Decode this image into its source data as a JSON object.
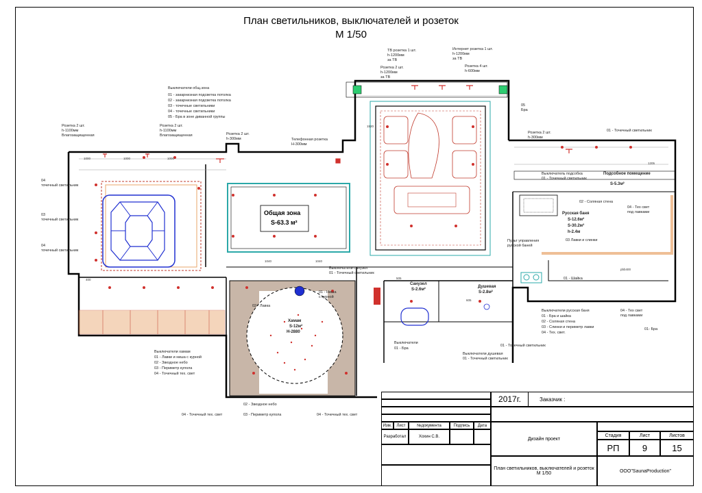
{
  "title": {
    "line1": "План светильников, выключателей и розеток",
    "line2": "М 1/50"
  },
  "rooms": {
    "common": {
      "name": "Общая зона",
      "area": "S-63.3 м²"
    },
    "hammam": {
      "name": "Хамам",
      "area": "S-12м²",
      "height": "H-2880"
    },
    "banya": {
      "name": "Русская баня",
      "area1": "S-12.6м²",
      "area2": "S-30.2м³",
      "height": "h-2.4м"
    },
    "utility": {
      "name": "Подсобное помещение",
      "area": "S-5.3м²"
    },
    "wc": {
      "name": "Санузел",
      "area": "S-2.6м²"
    },
    "shower": {
      "name": "Душевая",
      "area": "S-2.8м²"
    }
  },
  "notes": {
    "switches_common_title": "Выключатели общ.зона",
    "switches_common": [
      "01 - закарнизная подсветка потолка",
      "02 - закарнизная подсветка потолка",
      "03 - точечные светильники",
      "04 - точечные светильники",
      "05 - Бра в зоне диванной группы"
    ],
    "tv_socket": "ТВ розетка 1 шт.",
    "tv_socket_h": "h-1200мм",
    "tv_socket_for": "за ТВ",
    "internet_socket": "Интернет розетка 1 шт.",
    "internet_h": "h-1200мм",
    "internet_for": "за ТВ",
    "socket2_tv": "Розетка 2 шт.",
    "socket2_tv_h": "h-1200мм",
    "socket2_tv_for": "за ТВ",
    "socket4": "Розетка 4 шт.",
    "socket4_h": "h-600мм",
    "socket_left1": "Розетка 2 шт.",
    "socket_left1_h": "h-1100мм",
    "socket_left1_type": "Влагозащищенная",
    "socket_left2": "Розетка 2 шт.",
    "socket_left2_h": "h-1100мм",
    "socket_left2_type": "Влагозащищенная",
    "socket_left3": "Розетка 2 шт.",
    "socket_left3_h": "h-300мм",
    "phone_socket": "Телефонная розетка",
    "phone_h": "H-300мм",
    "socket_right": "Розетка 2 шт.",
    "socket_right_h": "h-300мм",
    "right_spot": "01 - Точечный светильник",
    "switch_utility_title": "Выключатель подсобка",
    "switch_utility": "01 - Точечный светильник",
    "salt_wall": "02 - Соляная стена",
    "tech_light1": "04 - Тех свет",
    "tech_light1b": "под лавками",
    "benches": "03 Лавки и слинки",
    "control_banya": "Пульт управления",
    "control_banya2": "русской баней",
    "ladle": "01 - Шайка",
    "switches_wc_title": "Выключатели санузел",
    "switches_wc": "01 - Точечный светильник",
    "switches_banya_title": "Выключатели русская баня",
    "switches_banya": [
      "01 - Бра и шайка",
      "02 - Соляная стена",
      "03 - Слинки и периметр лавки",
      "04 - Тех. свет."
    ],
    "tech_light2": "04 - Тех свет",
    "tech_light2b": "под лавками",
    "bra_right": "01- Бра",
    "switches_bra_title": "Выключатели",
    "switches_bra": "01 - Бра",
    "spot_shower": "01 - Точечный светильник",
    "switches_shower_title": "Выключатели душевая",
    "switches_shower": "01 - Точечный светильник",
    "switches_hammam_title": "Выключатели хамам",
    "switches_hammam": [
      "01 - Лавки и ниша с курной",
      "02 - Звездное небо",
      "03 - Периметр купола",
      "04 - Точечный тех. свет"
    ],
    "bottom_tech1": "04 - Точечный тех. свет",
    "bottom_star": "02 - Звездное небо",
    "bottom_dome": "03 - Периметр купола",
    "bottom_tech2": "04 - Точечный тех. свет",
    "bench": "02 - Лавка",
    "niche": "01 - Ниша",
    "niche2": "с курной",
    "spot": "точечный светильник",
    "cornice": "закарнизная подсветка потолка",
    "bra": "Бра",
    "pult": "Пульт управления"
  },
  "stamp": {
    "year": "2017г.",
    "customer": "Заказчик :",
    "cols": [
      "Изм.",
      "Лист",
      "№документа",
      "Подпись",
      "Дата"
    ],
    "developed": "Разработал",
    "author": "Хохин С.В.",
    "project": "Дизайн проект",
    "stage_h": "Стадия",
    "sheet_h": "Лист",
    "sheets_h": "Листов",
    "stage": "РП",
    "sheet": "9",
    "sheets": "15",
    "drawing": "План светильников, выключателей и розеток",
    "scale": "М 1/50",
    "company": "ООО\"SaunaProduction\""
  },
  "colors": {
    "wall": "#000000",
    "furniture": "#c0392b",
    "pool": "#1f2fd1",
    "accent": "#2aa8a8",
    "bench": "#e8a46a"
  }
}
